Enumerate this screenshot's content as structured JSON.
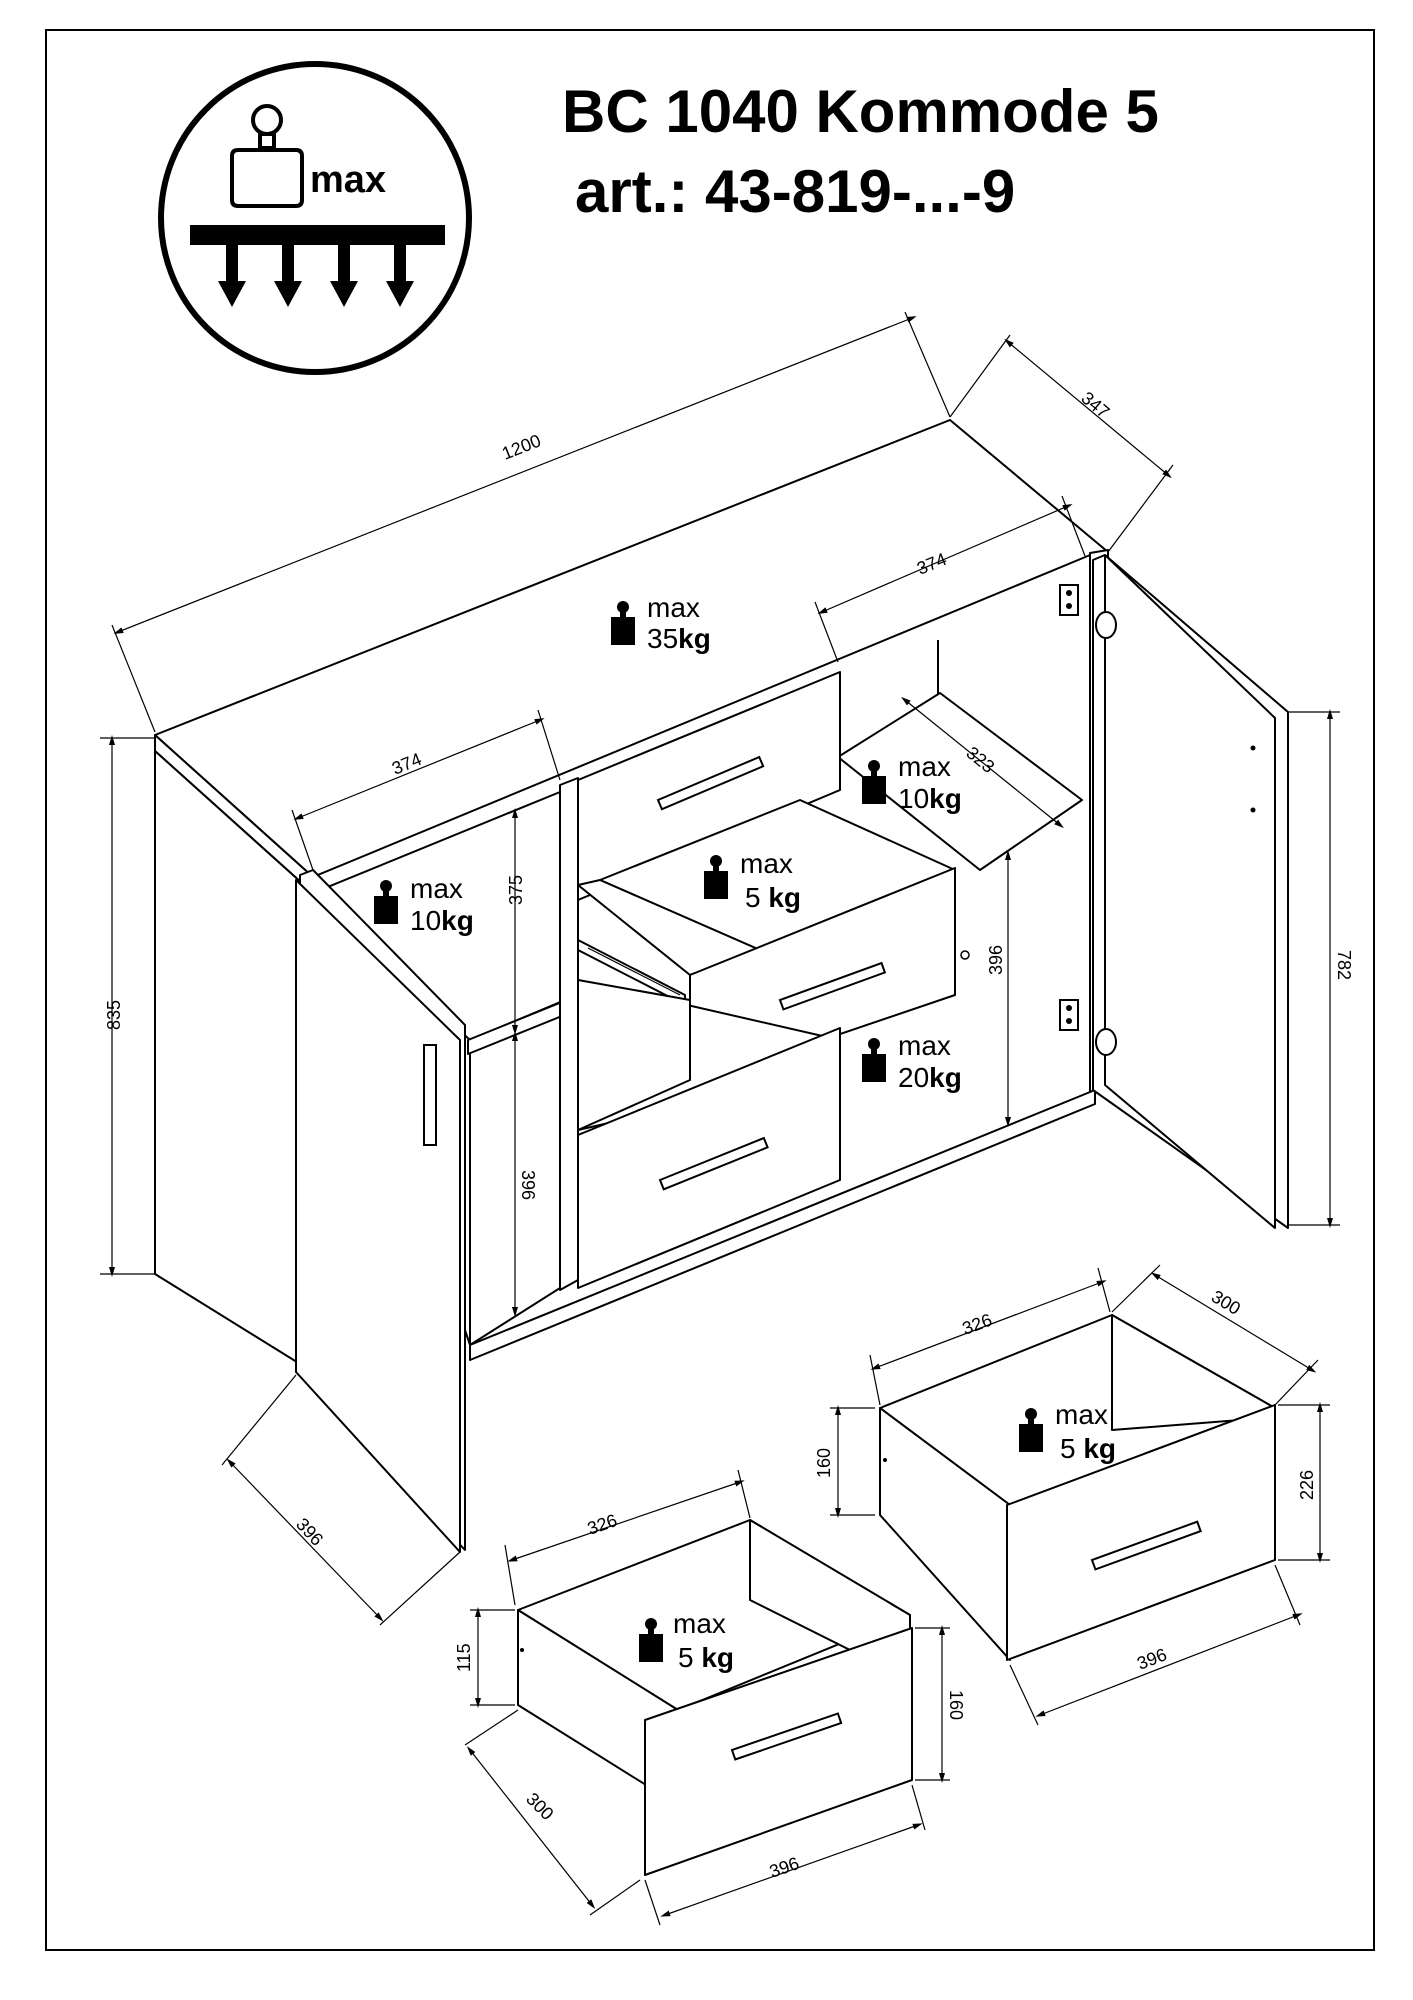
{
  "title": {
    "line1": "BC 1040 Kommode 5",
    "line2": "art.: 43-819-...-9"
  },
  "badge": {
    "icon": "weight-load-icon",
    "text": "max"
  },
  "loads": {
    "top": {
      "max": "max",
      "value": "35",
      "unit": "kg"
    },
    "shelf_right": {
      "max": "max",
      "value": "10",
      "unit": "kg"
    },
    "shelf_left": {
      "max": "max",
      "value": "10",
      "unit": "kg"
    },
    "drawer_open": {
      "max": "max",
      "value": "5 ",
      "unit": "kg"
    },
    "bottom_right": {
      "max": "max",
      "value": "20",
      "unit": "kg"
    },
    "drawer_small": {
      "max": "max",
      "value": "5 ",
      "unit": "kg"
    },
    "drawer_large": {
      "max": "max",
      "value": "5 ",
      "unit": "kg"
    }
  },
  "dimensions": {
    "width": "1200",
    "depth": "347",
    "height": "835",
    "door_height": "782",
    "comp_width_left": "374",
    "comp_width_right": "374",
    "shelf_depth": "323",
    "upper_left_height": "375",
    "lower_left_height": "396",
    "right_height": "396",
    "door_width": "396",
    "small_drawer": {
      "width": "326",
      "depth": "300",
      "front": "396",
      "side_height": "115",
      "front_height": "160"
    },
    "large_drawer": {
      "width": "326",
      "depth": "300",
      "front": "396",
      "side_height": "160",
      "front_height": "226"
    }
  }
}
